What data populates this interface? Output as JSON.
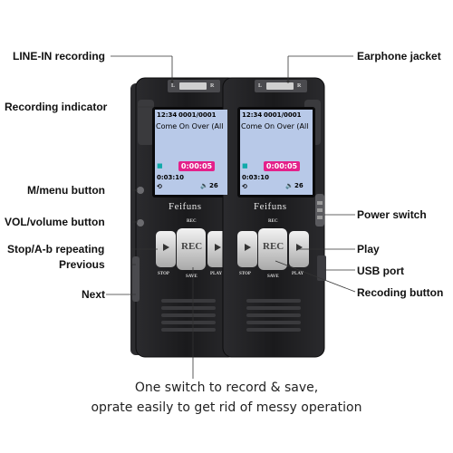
{
  "callouts": {
    "line_in": "LINE-IN recording",
    "recording_indicator": "Recording indicator",
    "menu_button": "M/menu button",
    "volume_button": "VOL/volume button",
    "stop_ab": "Stop/A-b repeating",
    "previous": "Previous",
    "next": "Next",
    "earphone": "Earphone jacket",
    "power_switch": "Power switch",
    "play": "Play",
    "usb": "USB port",
    "rec_button": "Recoding button"
  },
  "device": {
    "brand": "Feifuns",
    "time": "12:34",
    "track_no": "0001/0001",
    "track_title": "Come On Over (All",
    "timer": "0:00:05",
    "elapsed": "0:03:10",
    "volume": "26",
    "rec_key": "REC",
    "rec_small": "REC",
    "stop_label": "STOP",
    "save_label": "SAVE",
    "play_label": "PLAY",
    "jack_left": "L",
    "jack_right": "R"
  },
  "caption": {
    "line1": "One switch to record & save,",
    "line2": "oprate easily to get rid of messy operation"
  },
  "colors": {
    "device_body": "#1c1c1e",
    "screen_bg": "#b8c9e8",
    "timer_bg": "#e4208a",
    "disc": "#36b9a8",
    "speaker_grille": "#3a3a3d",
    "silver_button": "#d8d8d8"
  },
  "icons": [
    "play-icon",
    "pause-icon",
    "music-note-icon",
    "headphone-icon",
    "volume-icon",
    "repeat-icon",
    "disc-icon"
  ]
}
